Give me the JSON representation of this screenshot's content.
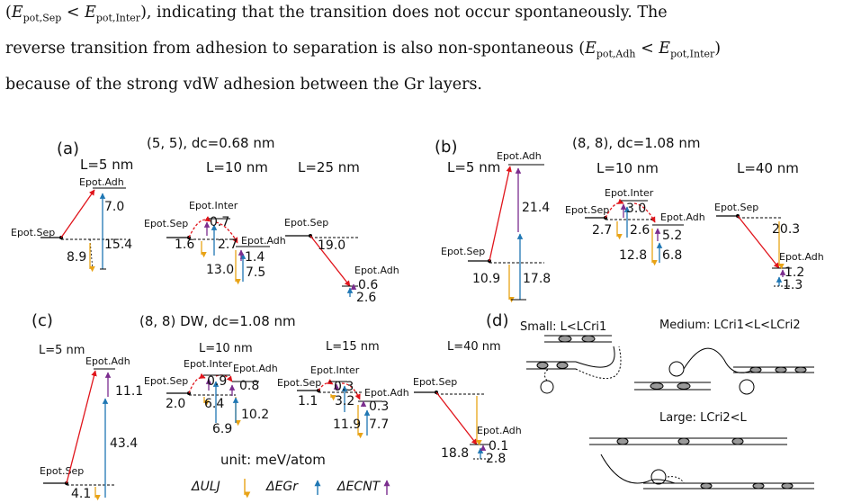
{
  "text": {
    "line1": "(Epot,Sep < Epot,Inter), indicating that the transition does not occur spontaneously. The",
    "line2": "reverse transition from adhesion to separation is also non-spontaneous (Epot,Adh < Epot,Inter)",
    "line3": "because of the strong vdW adhesion between the Gr layers."
  },
  "colors": {
    "lj": "#e8a317",
    "gr": "#1f77b4",
    "cnt": "#7b2d8e",
    "transition": "#e0141b",
    "guide": "#000000"
  },
  "panels": {
    "a": {
      "label": "(a)",
      "title": "(5, 5), dc=0.68 nm",
      "cases": {
        "L5": {
          "label": "L=5 nm",
          "sep": "Epot.Sep",
          "adh": "Epot.Adh",
          "v1": "7.0",
          "v2": "15.4",
          "v3": "8.9"
        },
        "L10": {
          "label": "L=10 nm",
          "sep": "Epot.Sep",
          "inter": "Epot.Inter",
          "adh": "Epot.Adh",
          "v1": "0.7",
          "v2": "1.6",
          "v3": "2.7",
          "v4": "1.4",
          "v5": "13.0",
          "v6": "7.5"
        },
        "L25": {
          "label": "L=25 nm",
          "sep": "Epot.Sep",
          "adh": "Epot.Adh",
          "v1": "19.0",
          "v2": "0.6",
          "v3": "2.6"
        }
      }
    },
    "b": {
      "label": "(b)",
      "title": "(8, 8), dc=1.08 nm",
      "cases": {
        "L5": {
          "label": "L=5 nm",
          "sep": "Epot.Sep",
          "adh": "Epot.Adh",
          "v1": "21.4",
          "v2": "10.9",
          "v3": "17.8"
        },
        "L10": {
          "label": "L=10 nm",
          "sep": "Epot.Sep",
          "inter": "Epot.Inter",
          "adh": "Epot.Adh",
          "v1": "3.0",
          "v2": "2.7",
          "v3": "2.6",
          "v4": "5.2",
          "v5": "12.8",
          "v6": "6.8"
        },
        "L40": {
          "label": "L=40 nm",
          "sep": "Epot.Sep",
          "adh": "Epot.Adh",
          "v1": "20.3",
          "v2": "1.2",
          "v3": "1.3"
        }
      }
    },
    "c": {
      "label": "(c)",
      "title": "(8, 8) DW, dc=1.08 nm",
      "cases": {
        "L5": {
          "label": "L=5 nm",
          "sep": "Epot.Sep",
          "adh": "Epot.Adh",
          "v1": "11.1",
          "v2": "43.4",
          "v3": "4.1"
        },
        "L10": {
          "label": "L=10 nm",
          "sep": "Epot.Sep",
          "inter": "Epot.Inter",
          "adh": "Epot.Adh",
          "v1": "0.9",
          "v2": "0.8",
          "v3": "2.0",
          "v4": "6.4",
          "v5": "10.2",
          "v6": "6.9"
        },
        "L15": {
          "label": "L=15 nm",
          "sep": "Epot.Sep",
          "inter": "Epot.Inter",
          "adh": "Epot.Adh",
          "v1": "0.3",
          "v2": "1.1",
          "v3": "3.2",
          "v4": "0.3",
          "v5": "11.9",
          "v6": "7.7"
        },
        "L40": {
          "label": "L=40 nm",
          "sep": "Epot.Sep",
          "adh": "Epot.Adh",
          "v1": "18.8",
          "v2": "0.1",
          "v3": "2.8"
        }
      }
    },
    "d": {
      "label": "(d)",
      "small": "Small: L<LCri1",
      "medium": "Medium: LCri1<L<LCri2",
      "large": "Large: LCri2<L"
    }
  },
  "legend": {
    "unit": "unit: meV/atom",
    "lj": "ΔULJ",
    "gr": "ΔEGr",
    "cnt": "ΔECNT"
  }
}
